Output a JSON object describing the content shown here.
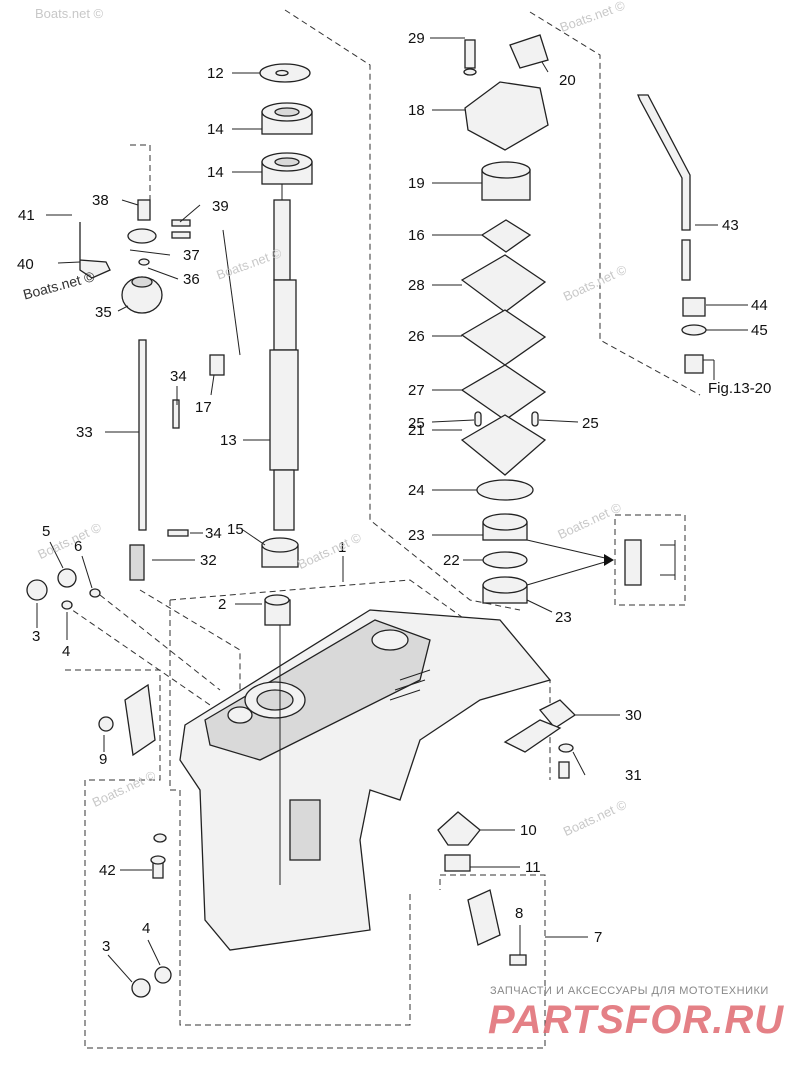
{
  "labels": [
    "12",
    "14",
    "14",
    "38",
    "39",
    "41",
    "37",
    "40",
    "36",
    "35",
    "17",
    "34",
    "33",
    "13",
    "5",
    "6",
    "34",
    "15",
    "32",
    "1",
    "3",
    "4",
    "2",
    "9",
    "42",
    "3",
    "4",
    "29",
    "20",
    "18",
    "19",
    "16",
    "28",
    "26",
    "27",
    "25",
    "25",
    "21",
    "24",
    "23",
    "22",
    "23",
    "43",
    "44",
    "45",
    "Fig.13-20",
    "30",
    "31",
    "10",
    "11",
    "8",
    "7"
  ],
  "watermarks": [
    "Boats.net ©",
    "Boats.net ©",
    "Boats.net ©",
    "Boats.net ©",
    "Boats.net ©",
    "Boats.net ©",
    "Boats.net ©",
    "Boats.net ©",
    "Boats.net ©"
  ],
  "watermark_dark": "Boats.net ©",
  "brand": {
    "subtitle": "ЗАПЧАСТИ И АКСЕССУАРЫ ДЛЯ МОТОТЕХНИКИ",
    "name": "PARTSFOR.RU",
    "color": "#e06a72"
  }
}
